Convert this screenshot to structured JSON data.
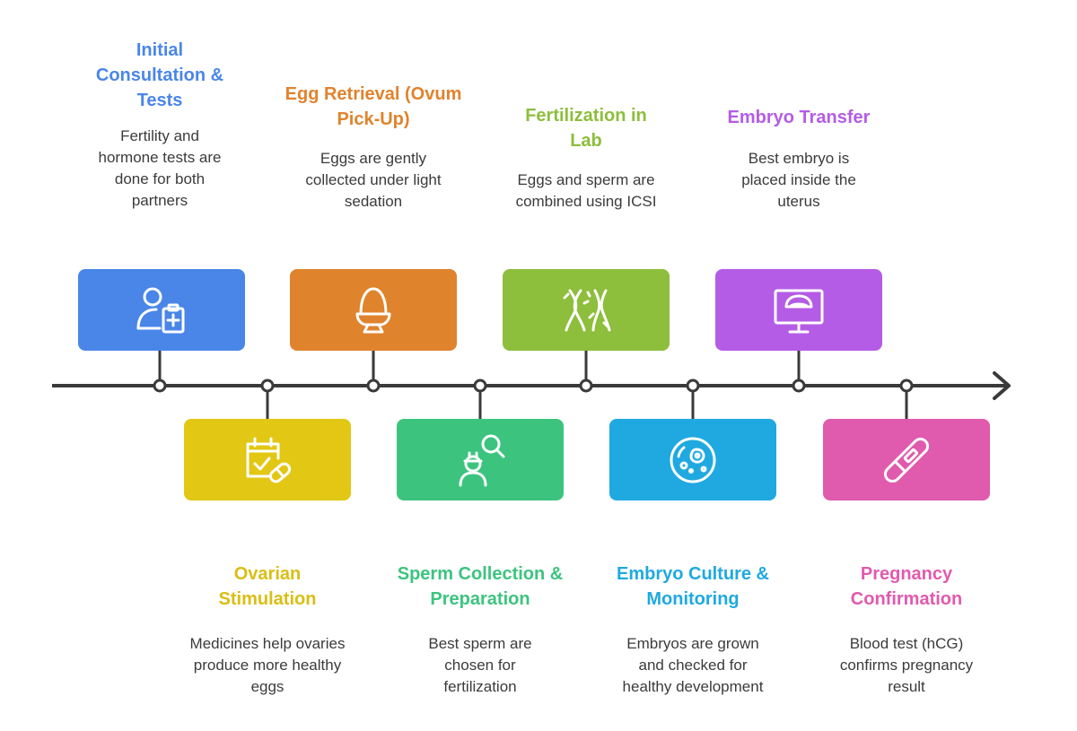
{
  "steps": [
    {
      "title": "Initial Consultation & Tests",
      "description": "Fertility and hormone tests are done for both partners",
      "color": "#4A86E8",
      "icon": "patient-clipboard-icon"
    },
    {
      "title": "Ovarian Stimulation",
      "description": "Medicines help ovaries produce more healthy eggs",
      "color": "#E2C714",
      "icon": "calendar-pill-icon"
    },
    {
      "title": "Egg Retrieval (Ovum Pick-Up)",
      "description": "Eggs are gently collected under light sedation",
      "color": "#E0832D",
      "icon": "egg-cup-icon"
    },
    {
      "title": "Sperm Collection & Preparation",
      "description": "Best sperm are chosen for fertilization",
      "color": "#3CC47F",
      "icon": "person-magnifier-icon"
    },
    {
      "title": "Fertilization in Lab",
      "description": "Eggs and sperm are combined using ICSI",
      "color": "#8DBE3C",
      "icon": "chromosomes-icon"
    },
    {
      "title": "Embryo Culture & Monitoring",
      "description": "Embryos are grown and checked for healthy development",
      "color": "#1FA9E0",
      "icon": "petri-dish-icon"
    },
    {
      "title": "Embryo Transfer",
      "description": "Best embryo is placed inside the uterus",
      "color": "#B45CE6",
      "icon": "ultrasound-monitor-icon"
    },
    {
      "title": "Pregnancy Confirmation",
      "description": "Blood test (hCG) confirms pregnancy result",
      "color": "#E05AAE",
      "icon": "pregnancy-test-icon"
    }
  ]
}
